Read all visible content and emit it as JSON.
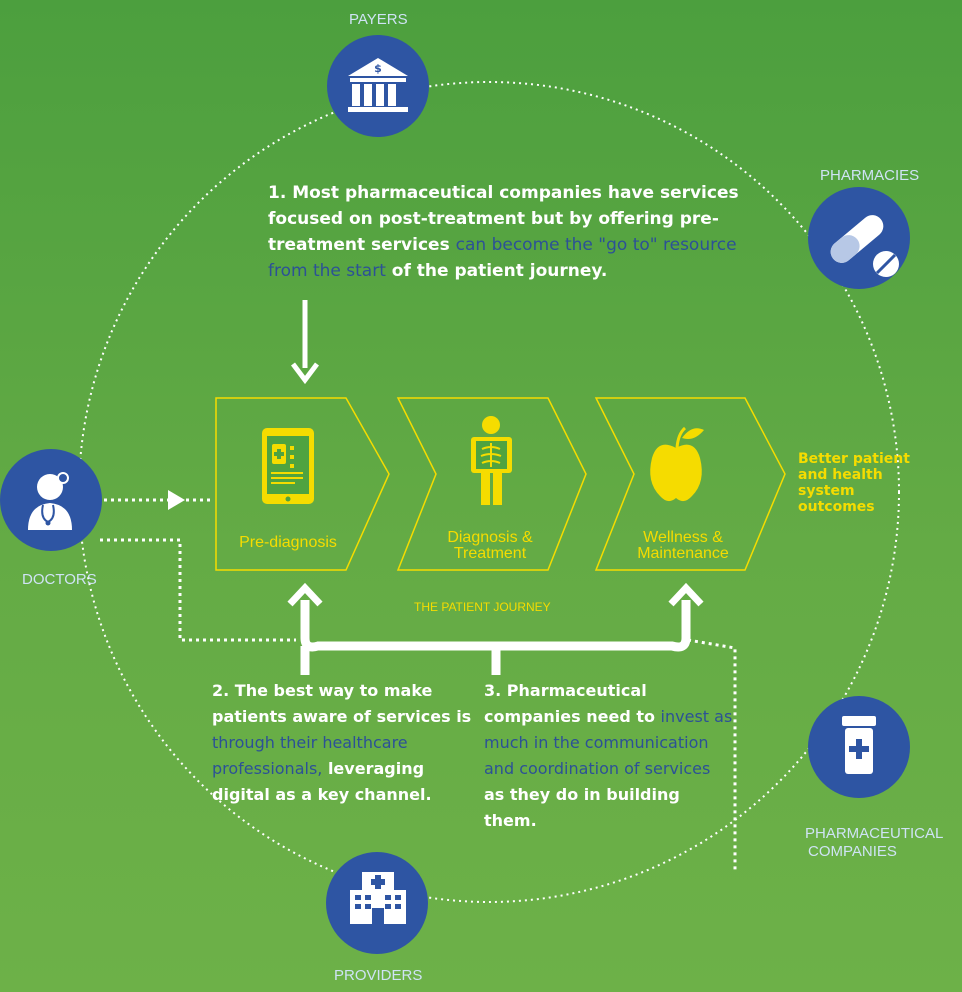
{
  "nodes": {
    "payers": "PAYERS",
    "pharmacies": "PHARMACIES",
    "doctors": "DOCTORS",
    "pharma_line1": "PHARMACEUTICAL",
    "pharma_line2": "COMPANIES",
    "providers": "PROVIDERS"
  },
  "steps": [
    {
      "label_line1": "Pre-diagnosis",
      "label_line2": ""
    },
    {
      "label_line1": "Diagnosis &",
      "label_line2": "Treatment"
    },
    {
      "label_line1": "Wellness &",
      "label_line2": "Maintenance"
    }
  ],
  "outcome": {
    "line1": "Better patient",
    "line2": "and health",
    "line3": "system",
    "line4": "outcomes"
  },
  "journey_label": "THE PATIENT JOURNEY",
  "notes": {
    "note1": {
      "p1": "1. Most pharmaceutical companies have services focused on post-treatment but by offering pre-treatment services ",
      "highlight": "can become the \"go to\" resource from the start",
      "p2": " of the patient journey."
    },
    "note2": {
      "p1": "2. The best way to make patients aware of services is ",
      "highlight": "through their healthcare professionals,",
      "p2": " leveraging digital as a key channel."
    },
    "note3": {
      "p1": "3. Pharmaceutical companies need to ",
      "highlight": "invest as much in the communication and coordination of services",
      "p2": " as they do in building them."
    }
  },
  "colors": {
    "icon_circle": "#2e55a3",
    "accent_yellow": "#f5dc00",
    "highlight_text": "#2c5196",
    "node_label": "#cfe3f5"
  },
  "icons": [
    "bank-icon",
    "pill-icon",
    "doctor-icon",
    "medicine-bottle-icon",
    "hospital-icon",
    "tablet-icon",
    "x-ray-icon",
    "apple-icon"
  ]
}
